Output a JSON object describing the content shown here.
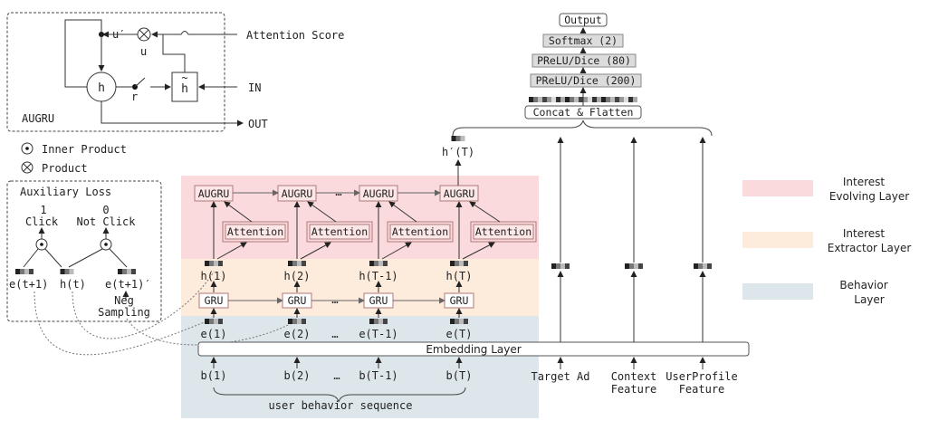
{
  "colors": {
    "evolving_band": "#fadadd",
    "extractor_band": "#fdebdc",
    "behavior_band": "#dde6ea",
    "node_border": "#b07a7a",
    "gray_box": "#dcdcdc"
  },
  "augru_panel": {
    "title": "AUGRU",
    "attention_input": "Attention Score",
    "in_label": "IN",
    "out_label": "OUT",
    "h_node": "h",
    "h_tilde": "h",
    "u_prime": "u′",
    "u": "u",
    "r": "r"
  },
  "symbol_legend": {
    "inner_product": "Inner Product",
    "product": "Product"
  },
  "aux_panel": {
    "title": "Auxiliary Loss",
    "click_value": "1",
    "click_label": "Click",
    "not_click_value": "0",
    "not_click_label": "Not Click",
    "e_pos": "e(t+1)",
    "h_t": "h(t)",
    "e_neg": "e(t+1)′",
    "neg_sampling_1": "Neg",
    "neg_sampling_2": "Sampling"
  },
  "layers": {
    "augru_labels": [
      "AUGRU",
      "AUGRU",
      "AUGRU",
      "AUGRU"
    ],
    "attention_labels": [
      "Attention",
      "Attention",
      "Attention",
      "Attention"
    ],
    "gru_labels": [
      "GRU",
      "GRU",
      "GRU",
      "GRU"
    ],
    "h_labels": [
      "h(1)",
      "h(2)",
      "h(T-1)",
      "h(T)"
    ],
    "e_labels": [
      "e(1)",
      "e(2)",
      "e(T-1)",
      "e(T)"
    ],
    "b_labels": [
      "b(1)",
      "b(2)",
      "b(T-1)",
      "b(T)"
    ],
    "ellipsis": "…",
    "embedding": "Embedding Layer",
    "sequence": "user behavior sequence",
    "h_final": "h′(T)"
  },
  "top_stack": {
    "output": "Output",
    "softmax": "Softmax (2)",
    "prelu_80": "PReLU/Dice (80)",
    "prelu_200": "PReLU/Dice (200)",
    "concat": "Concat & Flatten"
  },
  "features": {
    "target_ad": "Target Ad",
    "context_1": "Context",
    "context_2": "Feature",
    "profile_1": "UserProfile",
    "profile_2": "Feature"
  },
  "legend": {
    "evolving_1": "Interest",
    "evolving_2": "Evolving Layer",
    "extractor_1": "Interest",
    "extractor_2": "Extractor Layer",
    "behavior_1": "Behavior",
    "behavior_2": "Layer"
  }
}
